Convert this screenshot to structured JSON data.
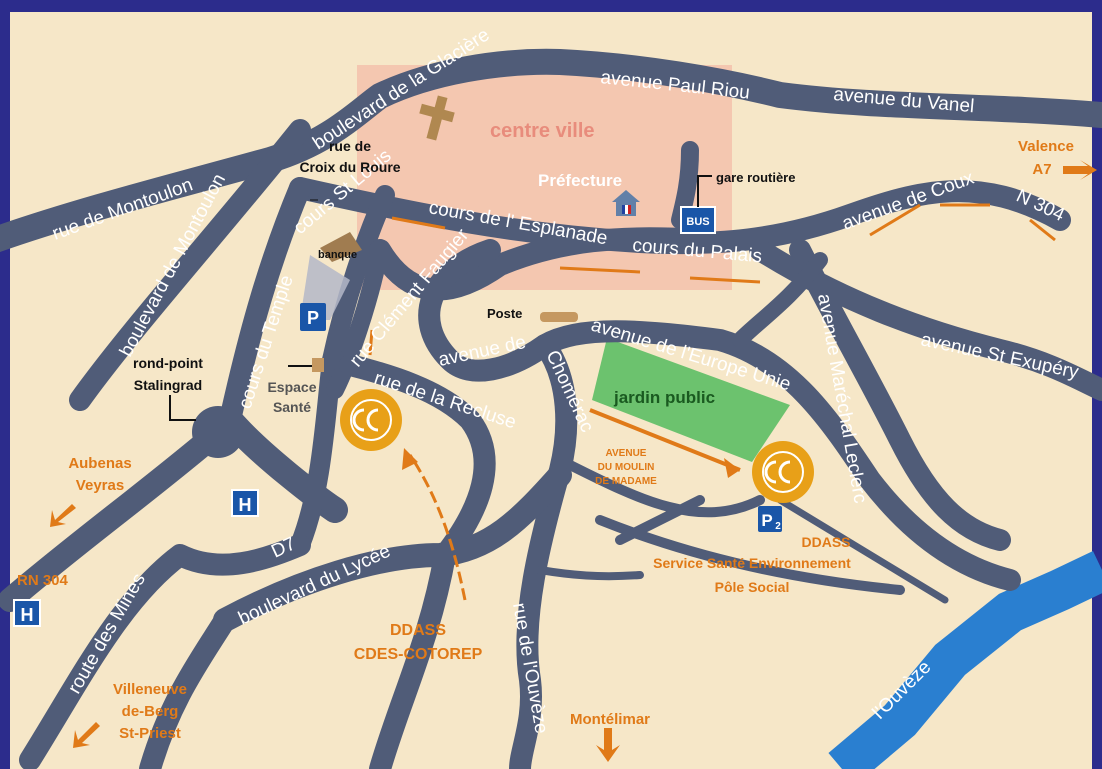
{
  "map": {
    "colors": {
      "frame": "#2c2c8c",
      "background": "#f6e7c8",
      "road": "#505c78",
      "centre_zone": "#f4c7b0",
      "accent_orange": "#e07a18",
      "garden": "#6cc26e",
      "river": "#2a7fd0",
      "parking_blue": "#1a56a8"
    },
    "zone": {
      "centre_ville": "centre ville",
      "prefecture": "Préfecture"
    },
    "roads": {
      "boulevard_glaciere": "boulevard de la Glacière",
      "avenue_paul_riou": "avenue Paul Riou",
      "avenue_vanel": "avenue du Vanel",
      "rue_montoulon": "rue de Montoulon",
      "boulevard_montoulon": "boulevard de Montoulon",
      "cours_temple": "cours du Temple",
      "cours_st_louis": "cours St Louis",
      "cours_esplanade": "cours de l' Esplanade",
      "cours_palais": "cours du Palais",
      "avenue_coux": "avenue de Coux",
      "n304": "N 304",
      "rue_clement_faugier": "rue Clément Faugier",
      "avenue_chomerac_1": "avenue de",
      "avenue_chomerac_2": "Chomérac",
      "avenue_europe_unie": "avenue de l'Europe Unie",
      "avenue_marechal_leclerc": "avenue Maréchal Leclerc",
      "avenue_st_exupery": "avenue St Exupéry",
      "rue_recluse": "rue de la Recluse",
      "d7": "D7",
      "boulevard_lycee": "boulevard du Lycée",
      "route_mines": "route des Mines",
      "rue_ouveze": "rue de l'Ouvèze",
      "river_ouveze": "l'Ouvèze"
    },
    "places": {
      "rue_croix_line1": "rue de",
      "rue_croix_line2": "Croix du Roure",
      "banque": "banque",
      "gare_routiere": "gare routière",
      "bus": "BUS",
      "poste": "Poste",
      "rond_point_line1": "rond-point",
      "rond_point_line2": "Stalingrad",
      "espace_sante_line1": "Espace",
      "espace_sante_line2": "Santé",
      "jardin_public": "jardin public",
      "avenue_moulin_line1": "AVENUE",
      "avenue_moulin_line2": "DU MOULIN",
      "avenue_moulin_line3": "DE MADAME"
    },
    "destinations": {
      "valence_line1": "Valence",
      "valence_line2": "A7",
      "aubenas_line1": "Aubenas",
      "aubenas_line2": "Veyras",
      "rn304": "RN 304",
      "villeneuve_line1": "Villeneuve",
      "villeneuve_line2": "de-Berg",
      "villeneuve_line3": "St-Priest",
      "montelimar": "Montélimar"
    },
    "services": {
      "ddass_lower_line1": "DDASS",
      "ddass_lower_line2": "CDES-COTOREP",
      "ddass_right_line1": "DDASS",
      "ddass_right_line2": "Service Santé Environnement",
      "ddass_right_line3": "Pôle Social"
    },
    "icons": {
      "parking": "P",
      "parking_2": "2",
      "hospital": "H"
    }
  }
}
